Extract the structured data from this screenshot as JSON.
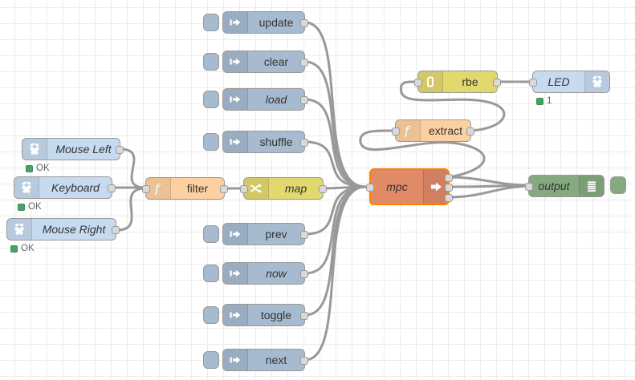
{
  "colors": {
    "inject_fill": "#a6bbcf",
    "raspberry_fill": "#c6dbef",
    "function_fill": "#fdd0a2",
    "yellow_fill": "#e2d96e",
    "mpc_fill": "#e08a68",
    "debug_fill": "#87a980",
    "selected_border": "#ff8000",
    "wire": "#999999",
    "status_green": "#47a265",
    "grid_line": "#ececec"
  },
  "nodes": {
    "update": {
      "label": "update"
    },
    "clear": {
      "label": "clear"
    },
    "load": {
      "label": "load"
    },
    "shuffle": {
      "label": "shuffle"
    },
    "prev": {
      "label": "prev"
    },
    "now": {
      "label": "now"
    },
    "toggle": {
      "label": "toggle"
    },
    "next": {
      "label": "next"
    },
    "mouse_left": {
      "label": "Mouse Left",
      "status": "OK"
    },
    "keyboard": {
      "label": "Keyboard",
      "status": "OK"
    },
    "mouse_right": {
      "label": "Mouse Right",
      "status": "OK"
    },
    "filter": {
      "label": "filter"
    },
    "map": {
      "label": "map"
    },
    "mpc": {
      "label": "mpc"
    },
    "extract": {
      "label": "extract"
    },
    "rbe": {
      "label": "rbe"
    },
    "led": {
      "label": "LED",
      "status": "1"
    },
    "output": {
      "label": "output"
    }
  }
}
